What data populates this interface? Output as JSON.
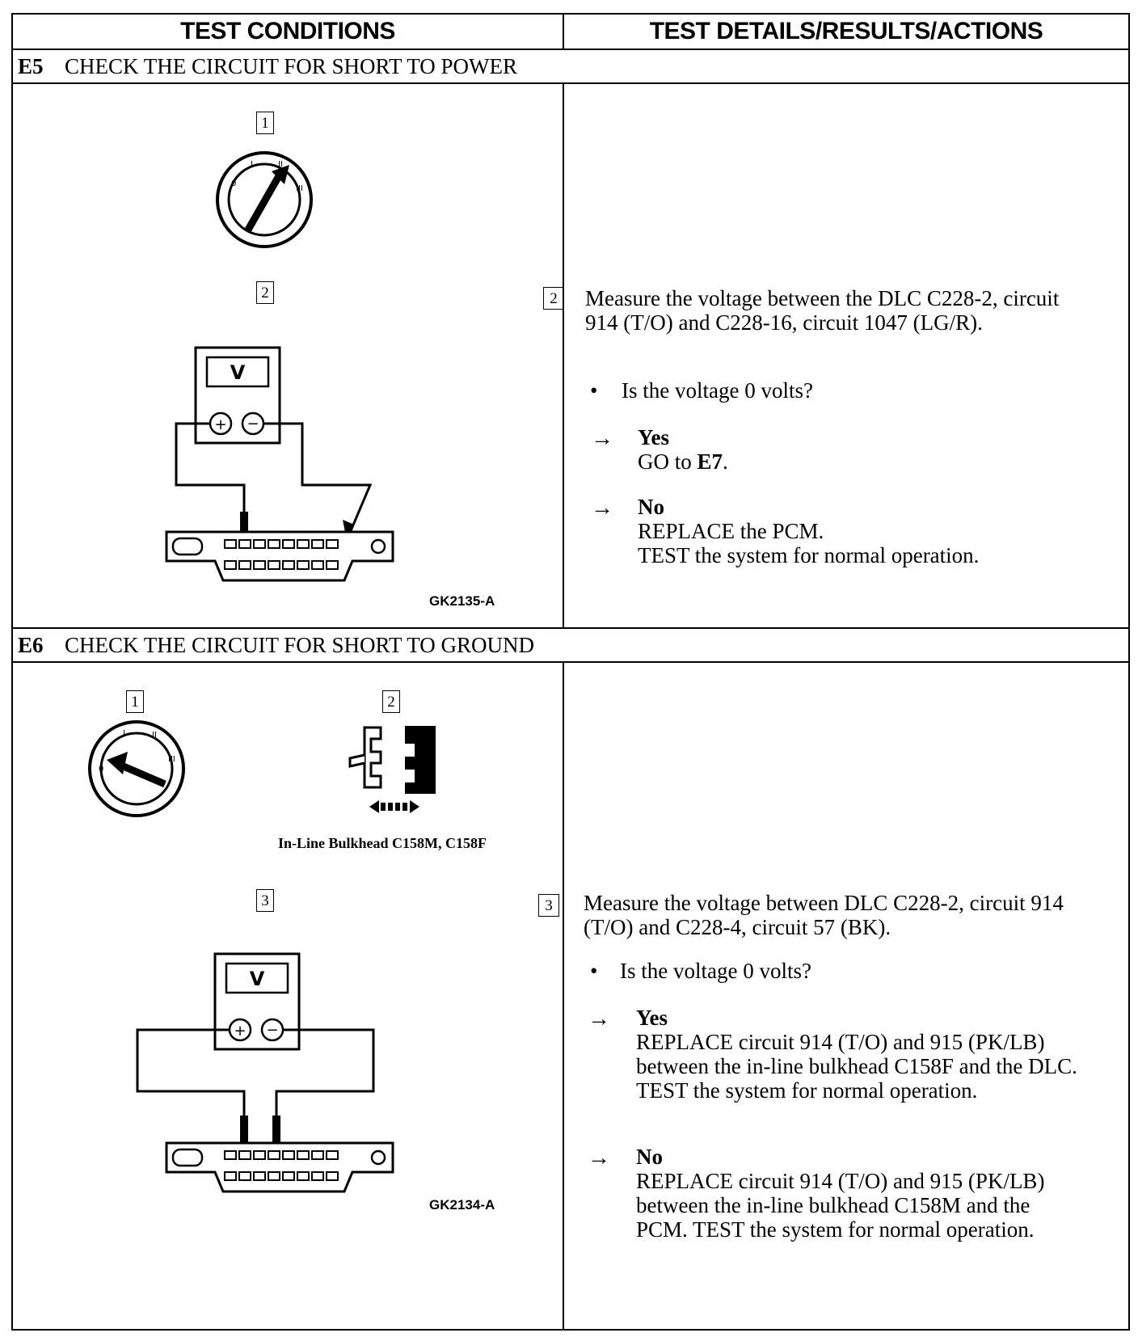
{
  "header": {
    "left": "TEST CONDITIONS",
    "right": "TEST DETAILS/RESULTS/ACTIONS"
  },
  "e5": {
    "id": "E5",
    "title": "CHECK THE CIRCUIT FOR SHORT TO POWER",
    "steps": [
      "1",
      "2"
    ],
    "meter_label": "V",
    "figure_code": "GK2135-A",
    "detail_step": "2",
    "instruction": "Measure the voltage between the DLC C228-2, circuit 914 (T/O) and C228-16, circuit 1047 (LG/R).",
    "question": "Is the voltage 0 volts?",
    "yes_label": "Yes",
    "yes_text_prefix": "GO to ",
    "yes_target": "E7",
    "yes_text_suffix": ".",
    "no_label": "No",
    "no_line1": "REPLACE the PCM.",
    "no_line2": "TEST the system for normal operation."
  },
  "e6": {
    "id": "E6",
    "title": "CHECK THE CIRCUIT FOR SHORT TO GROUND",
    "steps": [
      "1",
      "2",
      "3"
    ],
    "bulkhead_caption": "In-Line Bulkhead C158M, C158F",
    "meter_label": "V",
    "figure_code": "GK2134-A",
    "detail_step": "3",
    "instruction": "Measure the voltage between DLC C228-2, circuit 914 (T/O) and C228-4, circuit 57 (BK).",
    "question": "Is the voltage 0 volts?",
    "yes_label": "Yes",
    "yes_text": "REPLACE circuit 914 (T/O) and 915 (PK/LB) between the in-line bulkhead C158F and the DLC. TEST the system for normal operation.",
    "no_label": "No",
    "no_text": "REPLACE circuit 914 (T/O) and 915 (PK/LB) between the in-line bulkhead C158M and the PCM. TEST the system for normal operation."
  }
}
